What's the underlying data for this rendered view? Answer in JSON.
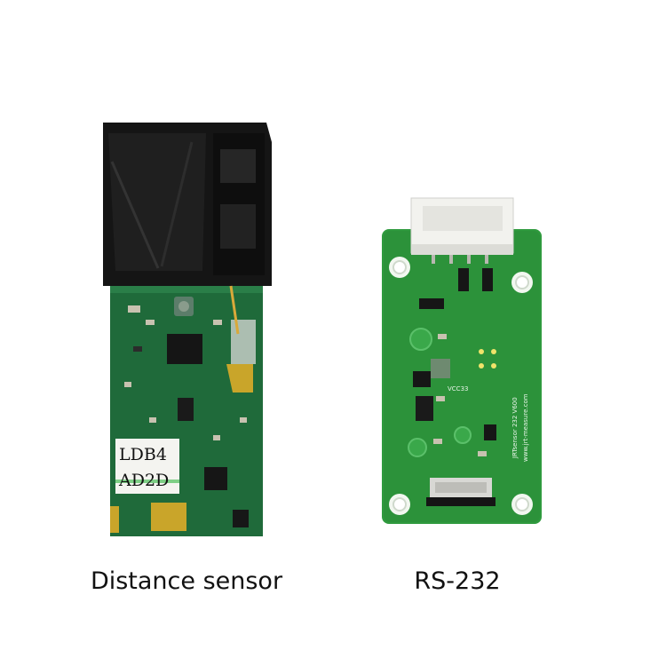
{
  "captions": {
    "left": "Distance sensor",
    "right": "RS-232"
  },
  "distance_sensor": {
    "sticker_line1": "LDB4",
    "sticker_line2": "AD2D"
  },
  "rs232_board": {
    "silk_label_1": "JRTsensor 232 V600",
    "silk_label_2": "www.jrt-measure.com",
    "silk_vcc": "VCC33"
  },
  "colors": {
    "pcb_dark": "#1f6a3a",
    "pcb_light": "#2f9a3e",
    "housing": "#141414",
    "connector": "#f2f2ee"
  }
}
